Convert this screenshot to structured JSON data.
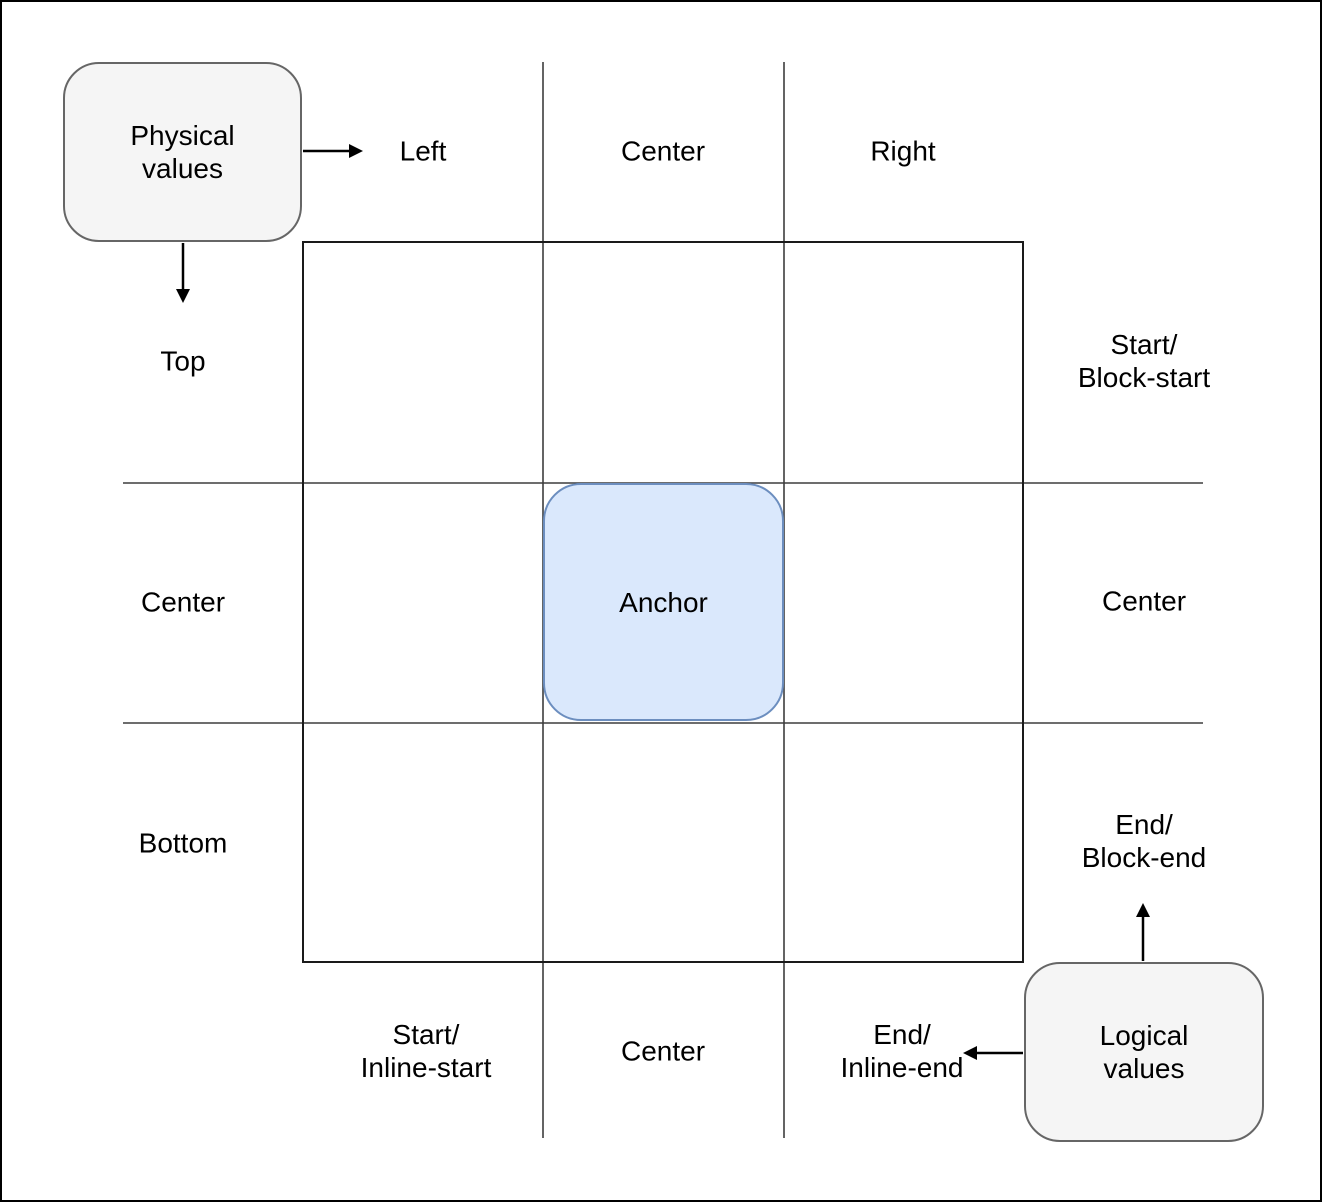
{
  "diagram": {
    "legend_physical": {
      "line1": "Physical",
      "line2": "values"
    },
    "legend_logical": {
      "line1": "Logical",
      "line2": "values"
    },
    "anchor_label": "Anchor",
    "physical_top_row": {
      "left": "Left",
      "center": "Center",
      "right": "Right"
    },
    "physical_left_column": {
      "top": "Top",
      "center": "Center",
      "bottom": "Bottom"
    },
    "logical_right_column": {
      "start_line1": "Start/",
      "start_line2": "Block-start",
      "center": "Center",
      "end_line1": "End/",
      "end_line2": "Block-end"
    },
    "logical_bottom_row": {
      "start_line1": "Start/",
      "start_line2": "Inline-start",
      "center": "Center",
      "end_line1": "End/",
      "end_line2": "Inline-end"
    },
    "colors": {
      "anchor_fill": "#dae8fc",
      "anchor_stroke": "#6c8ebf",
      "legend_fill": "#f5f5f5",
      "legend_stroke": "#666666",
      "grid_line": "#3d3d3d",
      "square_line": "#1a1a1a",
      "arrow": "#000000"
    }
  }
}
